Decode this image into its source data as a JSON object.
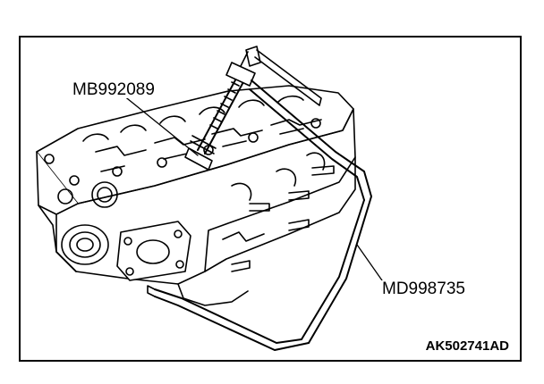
{
  "labels": {
    "tool_valve_spring_compressor": "MB992089",
    "tool_adapter_frame": "MD998735"
  },
  "figure_id": "AK502741AD",
  "colors": {
    "ink": "#000000",
    "paper": "#ffffff"
  }
}
